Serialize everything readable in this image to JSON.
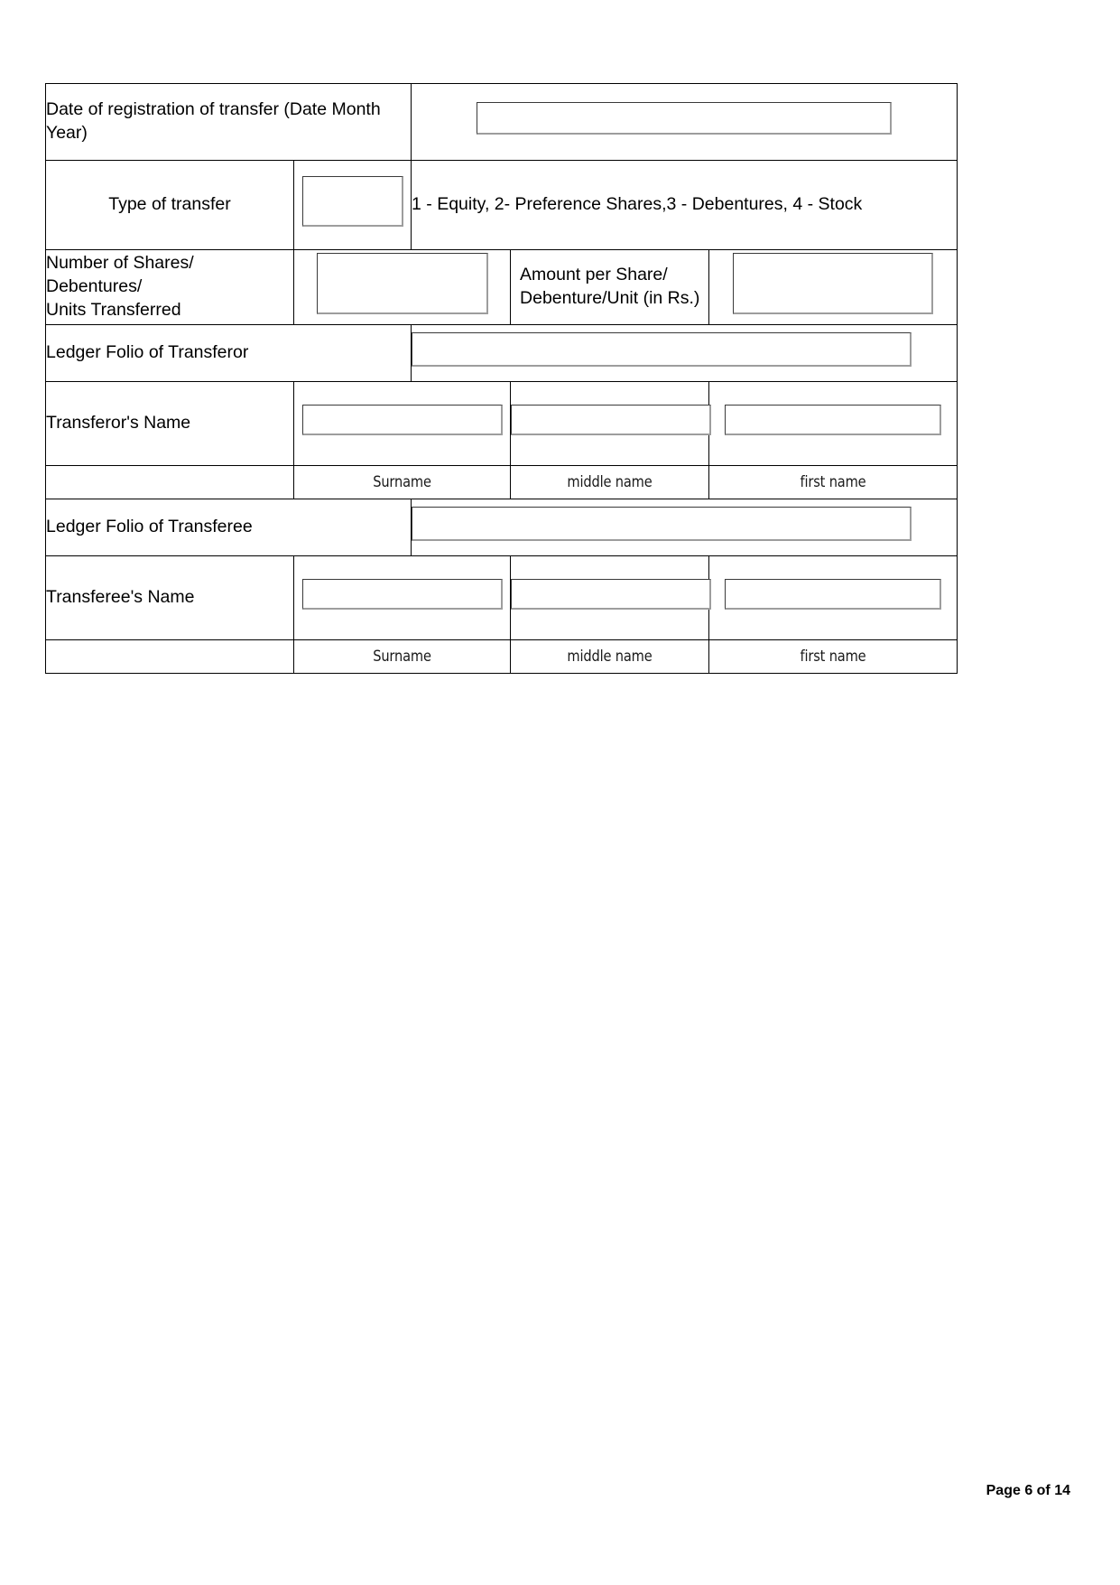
{
  "document": {
    "page_footer": "Page 6 of 14"
  },
  "form": {
    "rows": {
      "date_of_registration": {
        "label": "Date of registration of transfer (Date Month Year)",
        "value": "",
        "placeholder": ""
      },
      "type_of_transfer": {
        "label": "Type of transfer",
        "value": "",
        "note": "1  - Equity, 2- Preference Shares,3  - Debentures, 4 - Stock"
      },
      "number_of_shares": {
        "label_line1": "Number of Shares/ Debentures/",
        "label_line2": "Units Transferred",
        "value": ""
      },
      "amount_per_share": {
        "label_line1": "Amount per Share/",
        "label_line2": "Debenture/Unit (in Rs.)",
        "value": ""
      },
      "ledger_folio_transferor": {
        "label": "Ledger Folio of Transferor",
        "value": ""
      },
      "transferor_name": {
        "label": "Transferor's Name",
        "surname": "",
        "middle_name": "",
        "first_name": ""
      },
      "transferor_sublabels": {
        "surname": "Surname",
        "middle_name": "middle name",
        "first_name": "first name"
      },
      "ledger_folio_transferee": {
        "label": "Ledger Folio of Transferee",
        "value": ""
      },
      "transferee_name": {
        "label": "Transferee's Name",
        "surname": "",
        "middle_name": "",
        "first_name": ""
      },
      "transferee_sublabels": {
        "surname": "Surname",
        "middle_name": "middle name",
        "first_name": "first name"
      }
    }
  }
}
